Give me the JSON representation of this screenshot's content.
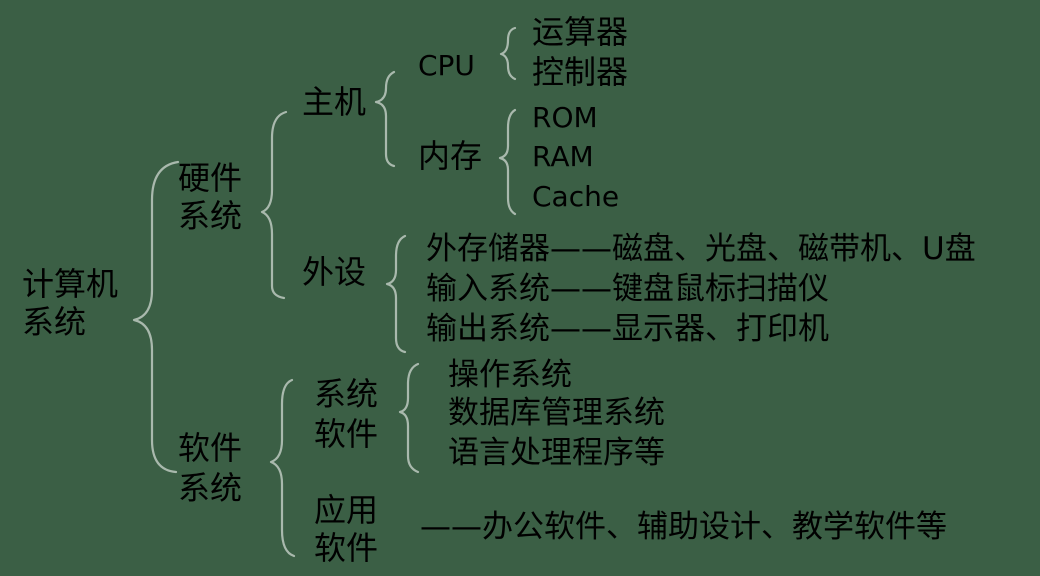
{
  "root": [
    "计算机",
    "系统"
  ],
  "hardware": {
    "label": [
      "硬件",
      "系统"
    ],
    "host": {
      "label": "主机",
      "cpu": {
        "label": "CPU",
        "items": [
          "运算器",
          "控制器"
        ]
      },
      "memory": {
        "label": "内存",
        "items": [
          "ROM",
          "RAM",
          "Cache"
        ]
      }
    },
    "peripherals": {
      "label": "外设",
      "items": [
        "外存储器——磁盘、光盘、磁带机、U盘",
        "输入系统——键盘鼠标扫描仪",
        "输出系统——显示器、打印机"
      ]
    }
  },
  "software": {
    "label": [
      "软件",
      "系统"
    ],
    "system_software": {
      "label": [
        "系统",
        "软件"
      ],
      "items": [
        "操作系统",
        "数据库管理系统",
        "语言处理程序等"
      ]
    },
    "application_software": {
      "label": [
        "应用",
        "软件"
      ],
      "description": "——办公软件、辅助设计、教学软件等"
    }
  },
  "colors": {
    "background": "#3b5f45",
    "text": "#000000",
    "brace": "#a9b9ad"
  }
}
